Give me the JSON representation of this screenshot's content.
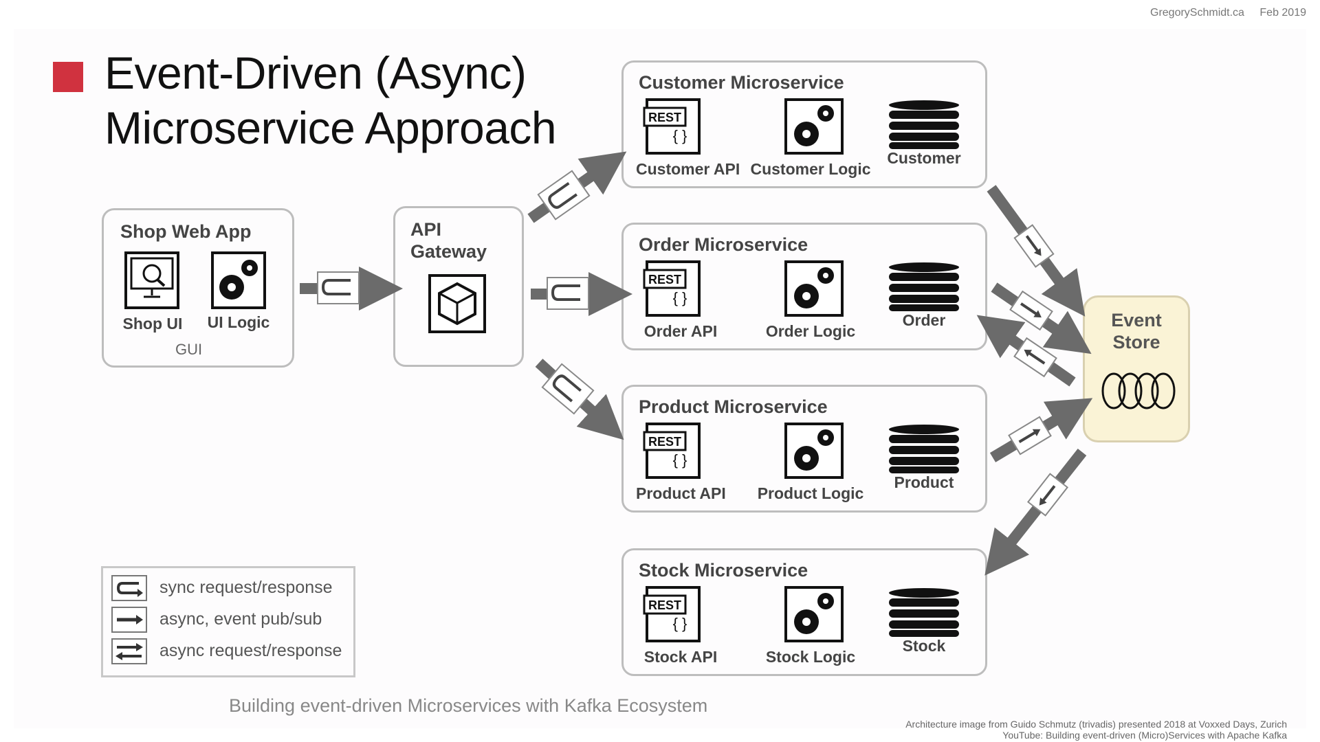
{
  "meta": {
    "site": "GregorySchmidt.ca",
    "date": "Feb 2019"
  },
  "title": {
    "line1": "Event-Driven (Async)",
    "line2": "Microservice Approach"
  },
  "shop_web_app": {
    "title": "Shop Web App",
    "components": [
      "Shop UI",
      "UI Logic"
    ],
    "caption": "GUI"
  },
  "api_gateway": {
    "title_line1": "API",
    "title_line2": "Gateway"
  },
  "rest_tag": "REST",
  "microservices": [
    {
      "title": "Customer Microservice",
      "api": "Customer API",
      "logic": "Customer Logic",
      "store": "Customer"
    },
    {
      "title": "Order Microservice",
      "api": "Order API",
      "logic": "Order Logic",
      "store": "Order"
    },
    {
      "title": "Product Microservice",
      "api": "Product API",
      "logic": "Product Logic",
      "store": "Product"
    },
    {
      "title": "Stock Microservice",
      "api": "Stock API",
      "logic": "Stock Logic",
      "store": "Stock"
    }
  ],
  "event_store": {
    "line1": "Event",
    "line2": "Store"
  },
  "legend": [
    {
      "icon": "sync-icon",
      "label": "sync request/response"
    },
    {
      "icon": "async-pubsub-icon",
      "label": "async, event pub/sub"
    },
    {
      "icon": "async-request-icon",
      "label": "async request/response"
    }
  ],
  "subtitle": "Building event-driven Microservices with Kafka Ecosystem",
  "credits": {
    "line1": "Architecture image from Guido Schmutz (trivadis) presented 2018 at Voxxed Days, Zurich",
    "line2": "YouTube:  Building event-driven (Micro)Services with Apache Kafka"
  },
  "colors": {
    "accent": "#d0323f",
    "arrow": "#6b6b6b",
    "event_store_bg": "#faf3d6",
    "border": "#bdbdbd"
  }
}
